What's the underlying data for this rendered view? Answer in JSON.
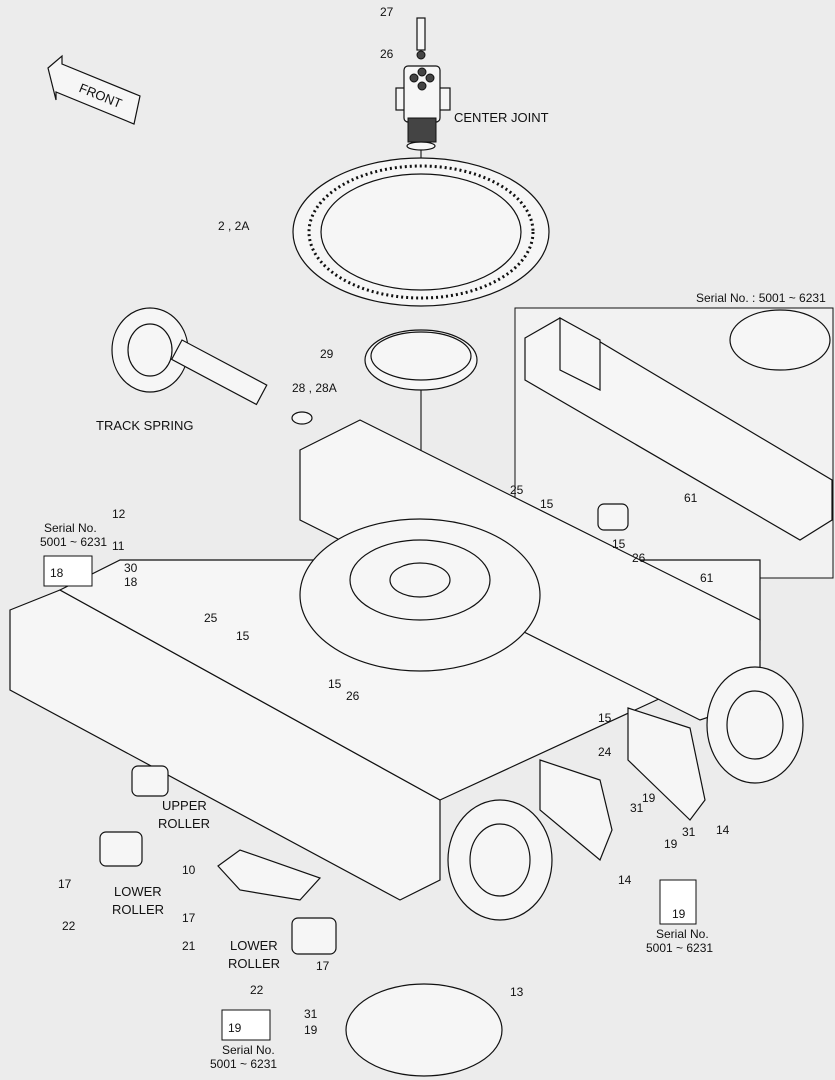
{
  "diagram": {
    "front_label": "FRONT",
    "inset_title": "Serial No. : 5001 ~ 6231",
    "captions": {
      "center_joint": "CENTER JOINT",
      "track_spring": "TRACK SPRING",
      "upper_roller_1": "UPPER",
      "upper_roller_2": "ROLLER",
      "lower_roller_a1": "LOWER",
      "lower_roller_a2": "ROLLER",
      "lower_roller_b1": "LOWER",
      "lower_roller_b2": "ROLLER"
    },
    "serial_boxes": [
      {
        "part": "18",
        "line1": "Serial No.",
        "line2": "5001 ~ 6231"
      },
      {
        "part": "19",
        "line1": "Serial No.",
        "line2": "5001 ~ 6231"
      },
      {
        "part": "19",
        "line1": "Serial No.",
        "line2": "5001 ~ 6231"
      }
    ],
    "callouts": [
      "27",
      "26",
      "2 , 2A",
      "29",
      "28 , 28A",
      "12",
      "11",
      "30",
      "18",
      "25",
      "15",
      "15",
      "26",
      "61",
      "61",
      "25",
      "15",
      "15",
      "26",
      "15",
      "24",
      "31",
      "19",
      "14",
      "19",
      "31",
      "14",
      "10",
      "17",
      "21",
      "17",
      "22",
      "17",
      "22",
      "13",
      "31",
      "19"
    ]
  }
}
